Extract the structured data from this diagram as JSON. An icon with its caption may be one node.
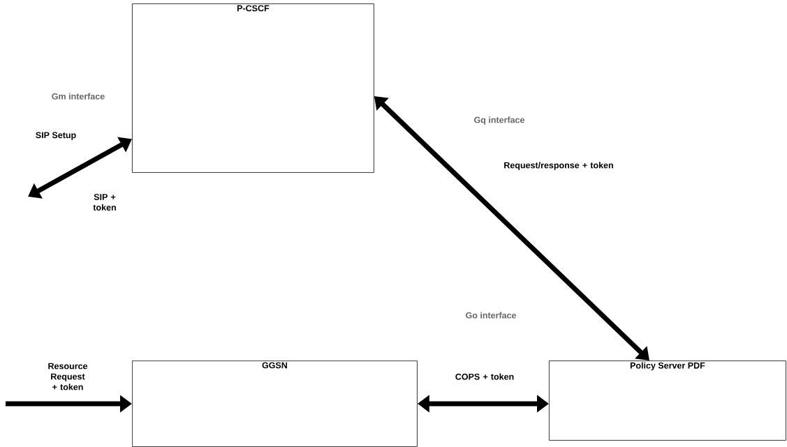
{
  "diagram": {
    "nodes": [
      {
        "text": [
          "P-CSCF"
        ]
      },
      {
        "text": [
          "GGSN"
        ]
      },
      {
        "text": [
          "Policy Server PDF"
        ]
      }
    ],
    "edges": [
      {
        "from": null,
        "to": 0,
        "arrow": "both",
        "label": "SIP + token"
      },
      {
        "from": 0,
        "to": 2,
        "arrow": "both",
        "label": "Request/response + token"
      },
      {
        "from": 1,
        "to": 2,
        "arrow": "both",
        "label": "COPS + token"
      },
      {
        "from": null,
        "to": 1,
        "arrow": "to",
        "label": "Resource Request + token"
      }
    ],
    "labels": [
      "Gm interface",
      "SIP Setup",
      "Gq interface",
      "Go interface"
    ]
  }
}
